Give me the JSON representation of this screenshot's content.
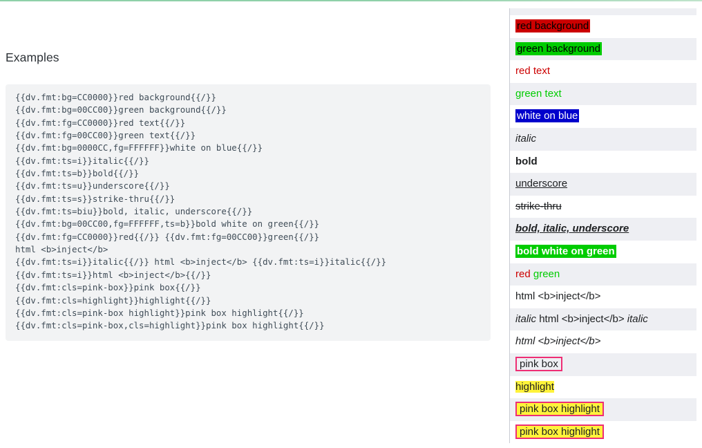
{
  "theme": {
    "accent_rule": "#8fd0a8",
    "code_bg": "#f2f3f4",
    "code_fg": "#3f4c57",
    "row_alt_bg": "#eeeff3",
    "panel_border": "#c9ccd3",
    "red": "#CC0000",
    "green": "#00CC00",
    "blue": "#0000CC",
    "white": "#FFFFFF",
    "pink_box_border": "#EE2E74",
    "highlight_yellow": "#FFF33B"
  },
  "left": {
    "heading": "Examples",
    "code_lines": [
      "{{dv.fmt:bg=CC0000}}red background{{/}}",
      "{{dv.fmt:bg=00CC00}}green background{{/}}",
      "{{dv.fmt:fg=CC0000}}red text{{/}}",
      "{{dv.fmt:fg=00CC00}}green text{{/}}",
      "{{dv.fmt:bg=0000CC,fg=FFFFFF}}white on blue{{/}}",
      "{{dv.fmt:ts=i}}italic{{/}}",
      "{{dv.fmt:ts=b}}bold{{/}}",
      "{{dv.fmt:ts=u}}underscore{{/}}",
      "{{dv.fmt:ts=s}}strike-thru{{/}}",
      "{{dv.fmt:ts=biu}}bold, italic, underscore{{/}}",
      "{{dv.fmt:bg=00CC00,fg=FFFFFF,ts=b}}bold white on green{{/}}",
      "{{dv.fmt:fg=CC0000}}red{{/}} {{dv.fmt:fg=00CC00}}green{{/}}",
      "html <b>inject</b>",
      "{{dv.fmt:ts=i}}italic{{/}} html <b>inject</b> {{dv.fmt:ts=i}}italic{{/}}",
      "{{dv.fmt:ts=i}}html <b>inject</b>{{/}}",
      "{{dv.fmt:cls=pink-box}}pink box{{/}}",
      "{{dv.fmt:cls=highlight}}highlight{{/}}",
      "{{dv.fmt:cls=pink-box highlight}}pink box highlight{{/}}",
      "{{dv.fmt:cls=pink-box,cls=highlight}}pink box highlight{{/}}"
    ]
  },
  "preview": {
    "rows": [
      {
        "name": "red-background",
        "text": "red background",
        "alt": false
      },
      {
        "name": "green-background",
        "text": "green background",
        "alt": true
      },
      {
        "name": "red-text",
        "text": "red text",
        "alt": false
      },
      {
        "name": "green-text",
        "text": "green text",
        "alt": true
      },
      {
        "name": "white-on-blue",
        "text": "white on blue",
        "alt": false
      },
      {
        "name": "italic",
        "text": "italic",
        "alt": true
      },
      {
        "name": "bold",
        "text": "bold",
        "alt": false
      },
      {
        "name": "underscore",
        "text": "underscore",
        "alt": true
      },
      {
        "name": "strike-thru",
        "text": "strike-thru",
        "alt": false
      },
      {
        "name": "bold-italic-underscore",
        "text": "bold, italic, underscore",
        "alt": true
      },
      {
        "name": "bold-white-on-green",
        "text": "bold white on green",
        "alt": false
      },
      {
        "name": "red-green",
        "text_red": "red",
        "text_green": "green",
        "alt": true
      },
      {
        "name": "html-inject",
        "text": "html <b>inject</b>",
        "alt": false
      },
      {
        "name": "italic-html-inject-italic",
        "pre": "italic",
        "mid": "html <b>inject</b>",
        "post": "italic",
        "alt": true
      },
      {
        "name": "italic-html-inject",
        "text": "html <b>inject</b>",
        "alt": false
      },
      {
        "name": "pink-box",
        "text": "pink box",
        "alt": true
      },
      {
        "name": "highlight",
        "text": "highlight",
        "alt": false
      },
      {
        "name": "pink-box-highlight-1",
        "text": "pink box highlight",
        "alt": true
      },
      {
        "name": "pink-box-highlight-2",
        "text": "pink box highlight",
        "alt": false
      }
    ]
  }
}
